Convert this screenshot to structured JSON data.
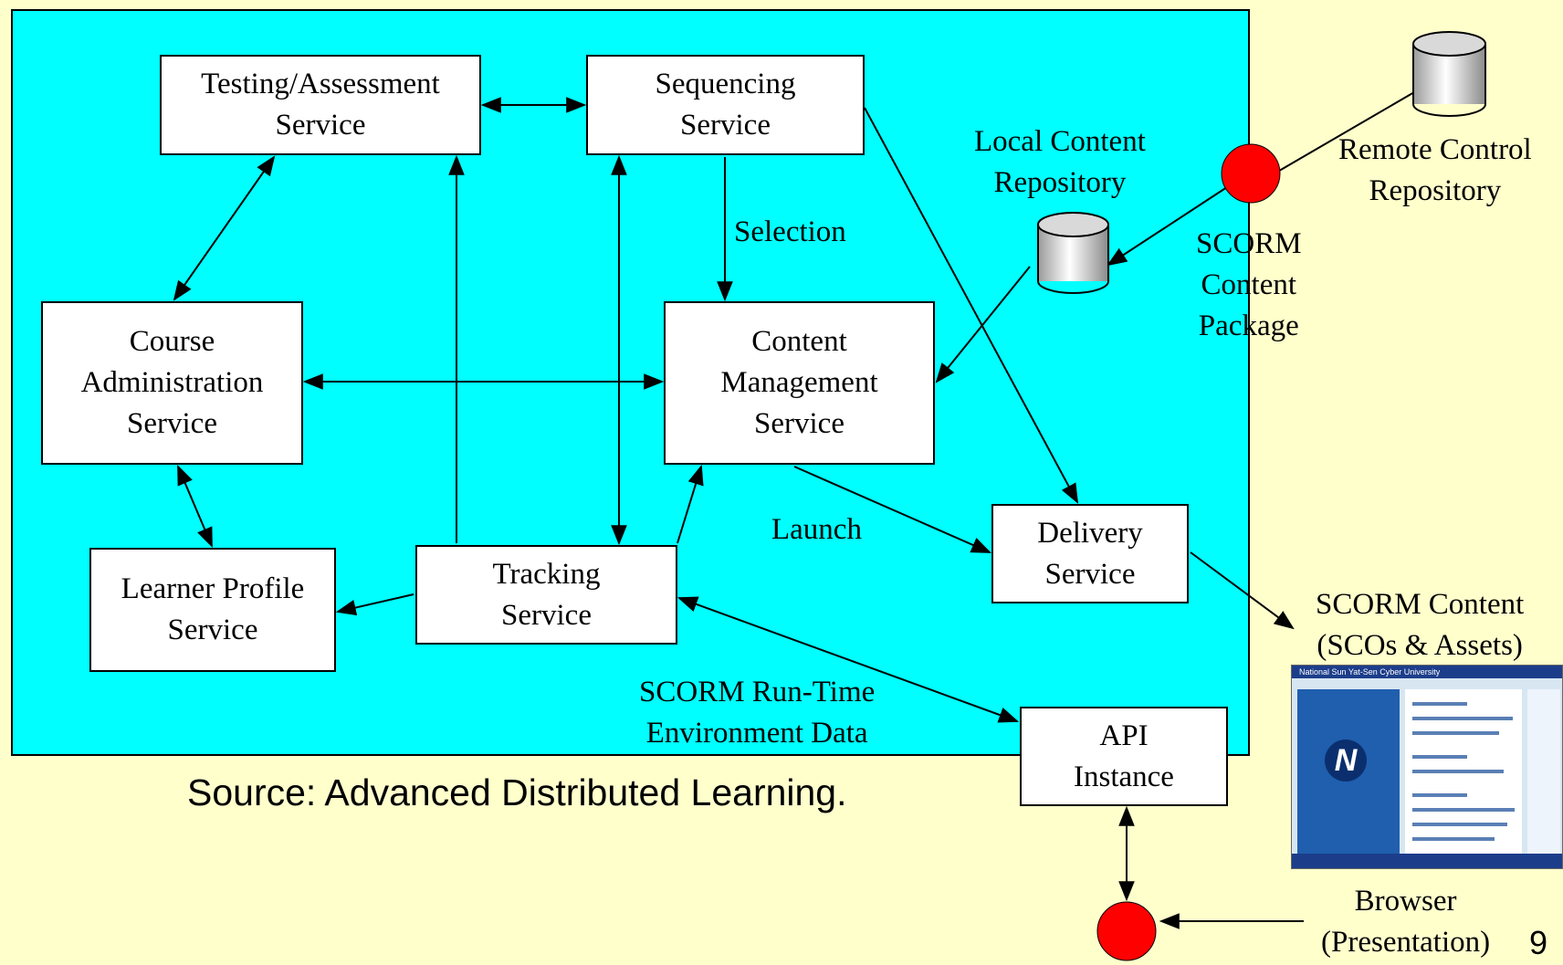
{
  "services": {
    "testing": [
      "Testing/Assessment",
      "Service"
    ],
    "sequencing": [
      "Sequencing",
      "Service"
    ],
    "course": [
      "Course",
      "Administration",
      "Service"
    ],
    "content": [
      "Content",
      "Management",
      "Service"
    ],
    "learner": [
      "Learner Profile",
      "Service"
    ],
    "tracking": [
      "Tracking",
      "Service"
    ],
    "delivery": [
      "Delivery",
      "Service"
    ],
    "api": [
      "API",
      "Instance"
    ]
  },
  "labels": {
    "selection": "Selection",
    "launch": "Launch",
    "runtime": [
      "SCORM Run-Time",
      "Environment Data"
    ],
    "local_repo": [
      "Local Content",
      "Repository"
    ],
    "remote_repo": [
      "Remote Control",
      "Repository"
    ],
    "package": [
      "SCORM",
      "Content",
      "Package"
    ],
    "scorm_content": [
      "SCORM Content",
      "(SCOs & Assets)"
    ],
    "browser": [
      "Browser",
      "(Presentation)"
    ]
  },
  "screenshot": {
    "header": "National Sun Yat-Sen Cyber University",
    "logo_letter": "N"
  },
  "source": "Source: Advanced Distributed Learning.",
  "page_number": "9",
  "colors": {
    "background": "#ffffcc",
    "panel": "#00ffff",
    "connector": "#ff0000"
  }
}
